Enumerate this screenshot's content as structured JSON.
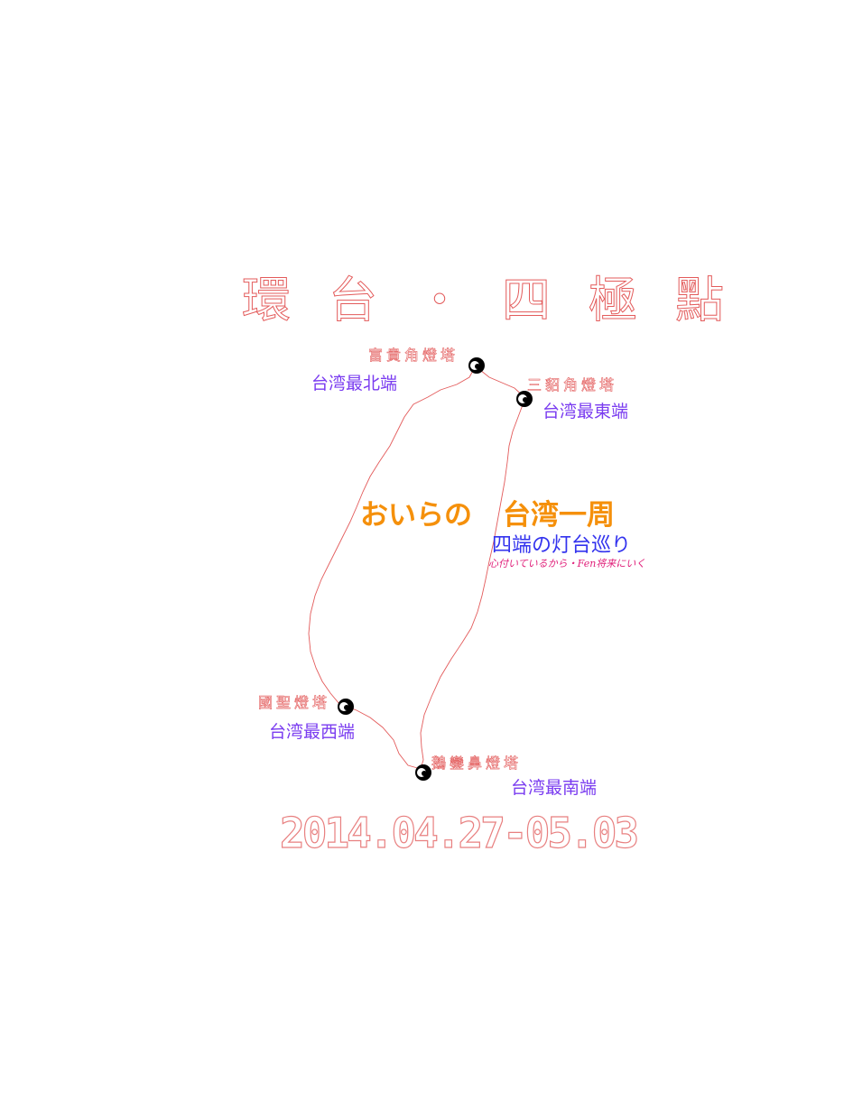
{
  "title": "環台・四極點",
  "headline": {
    "part1": "おいらの",
    "part2": "台湾一周"
  },
  "subtitle": "四端の灯台巡り",
  "note": "心付いているから・Fen将来にいく",
  "date": "2014.04.27-05.03",
  "lighthouses": [
    {
      "id": "north",
      "name": "富貴角燈塔",
      "cape": "台湾最北端"
    },
    {
      "id": "east",
      "name": "三貂角燈塔",
      "cape": "台湾最東端"
    },
    {
      "id": "west",
      "name": "國聖燈塔",
      "cape": "台湾最西端"
    },
    {
      "id": "south",
      "name": "鵝鑾鼻燈塔",
      "cape": "台湾最南端"
    }
  ],
  "colors": {
    "outline": "#e35b5b",
    "cape_label": "#7a3cf0",
    "headline": "#f5900b",
    "subtitle": "#3333ee",
    "note": "#e0207a"
  }
}
